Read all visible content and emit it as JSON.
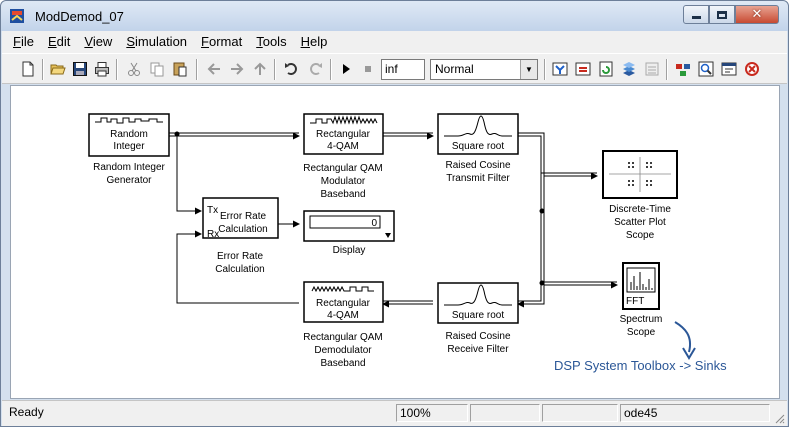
{
  "window": {
    "title": "ModDemod_07"
  },
  "menu": [
    "File",
    "Edit",
    "View",
    "Simulation",
    "Format",
    "Tools",
    "Help"
  ],
  "toolbar": {
    "stop_time": "inf",
    "sim_mode": "Normal",
    "icons": [
      "new-file-icon",
      "open-folder-icon",
      "save-icon",
      "print-icon",
      "cut-icon",
      "copy-icon",
      "paste-icon",
      "back-icon",
      "forward-icon",
      "up-icon",
      "undo-icon",
      "redo-icon",
      "play-icon",
      "stop-icon",
      "build-icon",
      "update-icon",
      "refresh-icon",
      "library-icon",
      "debug-icon",
      "model-explorer-icon",
      "zoom-icon",
      "explorer-icon",
      "config-icon"
    ]
  },
  "blocks": {
    "random_integer": {
      "inner1": "Random",
      "inner2": "Integer",
      "label1": "Random Integer",
      "label2": "Generator"
    },
    "qam_mod": {
      "inner1": "Rectangular",
      "inner2": "4-QAM",
      "label1": "Rectangular QAM",
      "label2": "Modulator",
      "label3": "Baseband"
    },
    "rc_tx": {
      "inner": "Square root",
      "label1": "Raised Cosine",
      "label2": "Transmit Filter"
    },
    "scatter": {
      "label1": "Discrete-Time",
      "label2": "Scatter Plot",
      "label3": "Scope"
    },
    "error_rate": {
      "tx": "Tx",
      "rx": "Rx",
      "inner1": "Error Rate",
      "inner2": "Calculation",
      "label1": "Error Rate",
      "label2": "Calculation"
    },
    "display": {
      "value": "0",
      "label": "Display"
    },
    "qam_demod": {
      "inner1": "Rectangular",
      "inner2": "4-QAM",
      "label1": "Rectangular QAM",
      "label2": "Demodulator",
      "label3": "Baseband"
    },
    "rc_rx": {
      "inner": "Square root",
      "label1": "Raised Cosine",
      "label2": "Receive Filter"
    },
    "spectrum": {
      "inner": "FFT",
      "label1": "Spectrum",
      "label2": "Scope"
    }
  },
  "annotation": {
    "text": "DSP System Toolbox -> Sinks",
    "color": "#2b5797"
  },
  "status": {
    "ready": "Ready",
    "zoom": "100%",
    "solver": "ode45"
  }
}
